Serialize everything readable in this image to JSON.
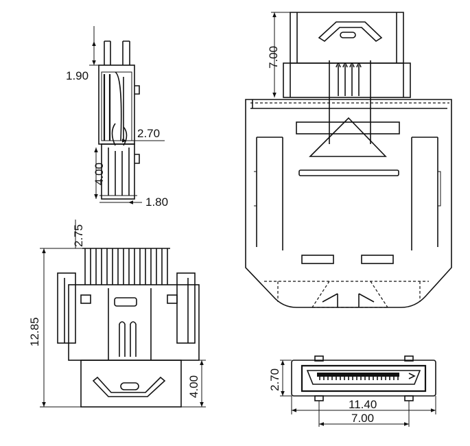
{
  "drawing": {
    "side_view": {
      "dim_top": "1.90",
      "dim_middle": "2.70",
      "dim_lower": "4.00",
      "dim_bottom": "1.80"
    },
    "top_view": {
      "dim_top": "7.00"
    },
    "front_view": {
      "dim_pins": "2.75",
      "dim_height": "12.85",
      "dim_lower": "4.00"
    },
    "end_view": {
      "dim_height": "2.70",
      "dim_width": "11.40",
      "dim_inner": "7.00"
    }
  }
}
